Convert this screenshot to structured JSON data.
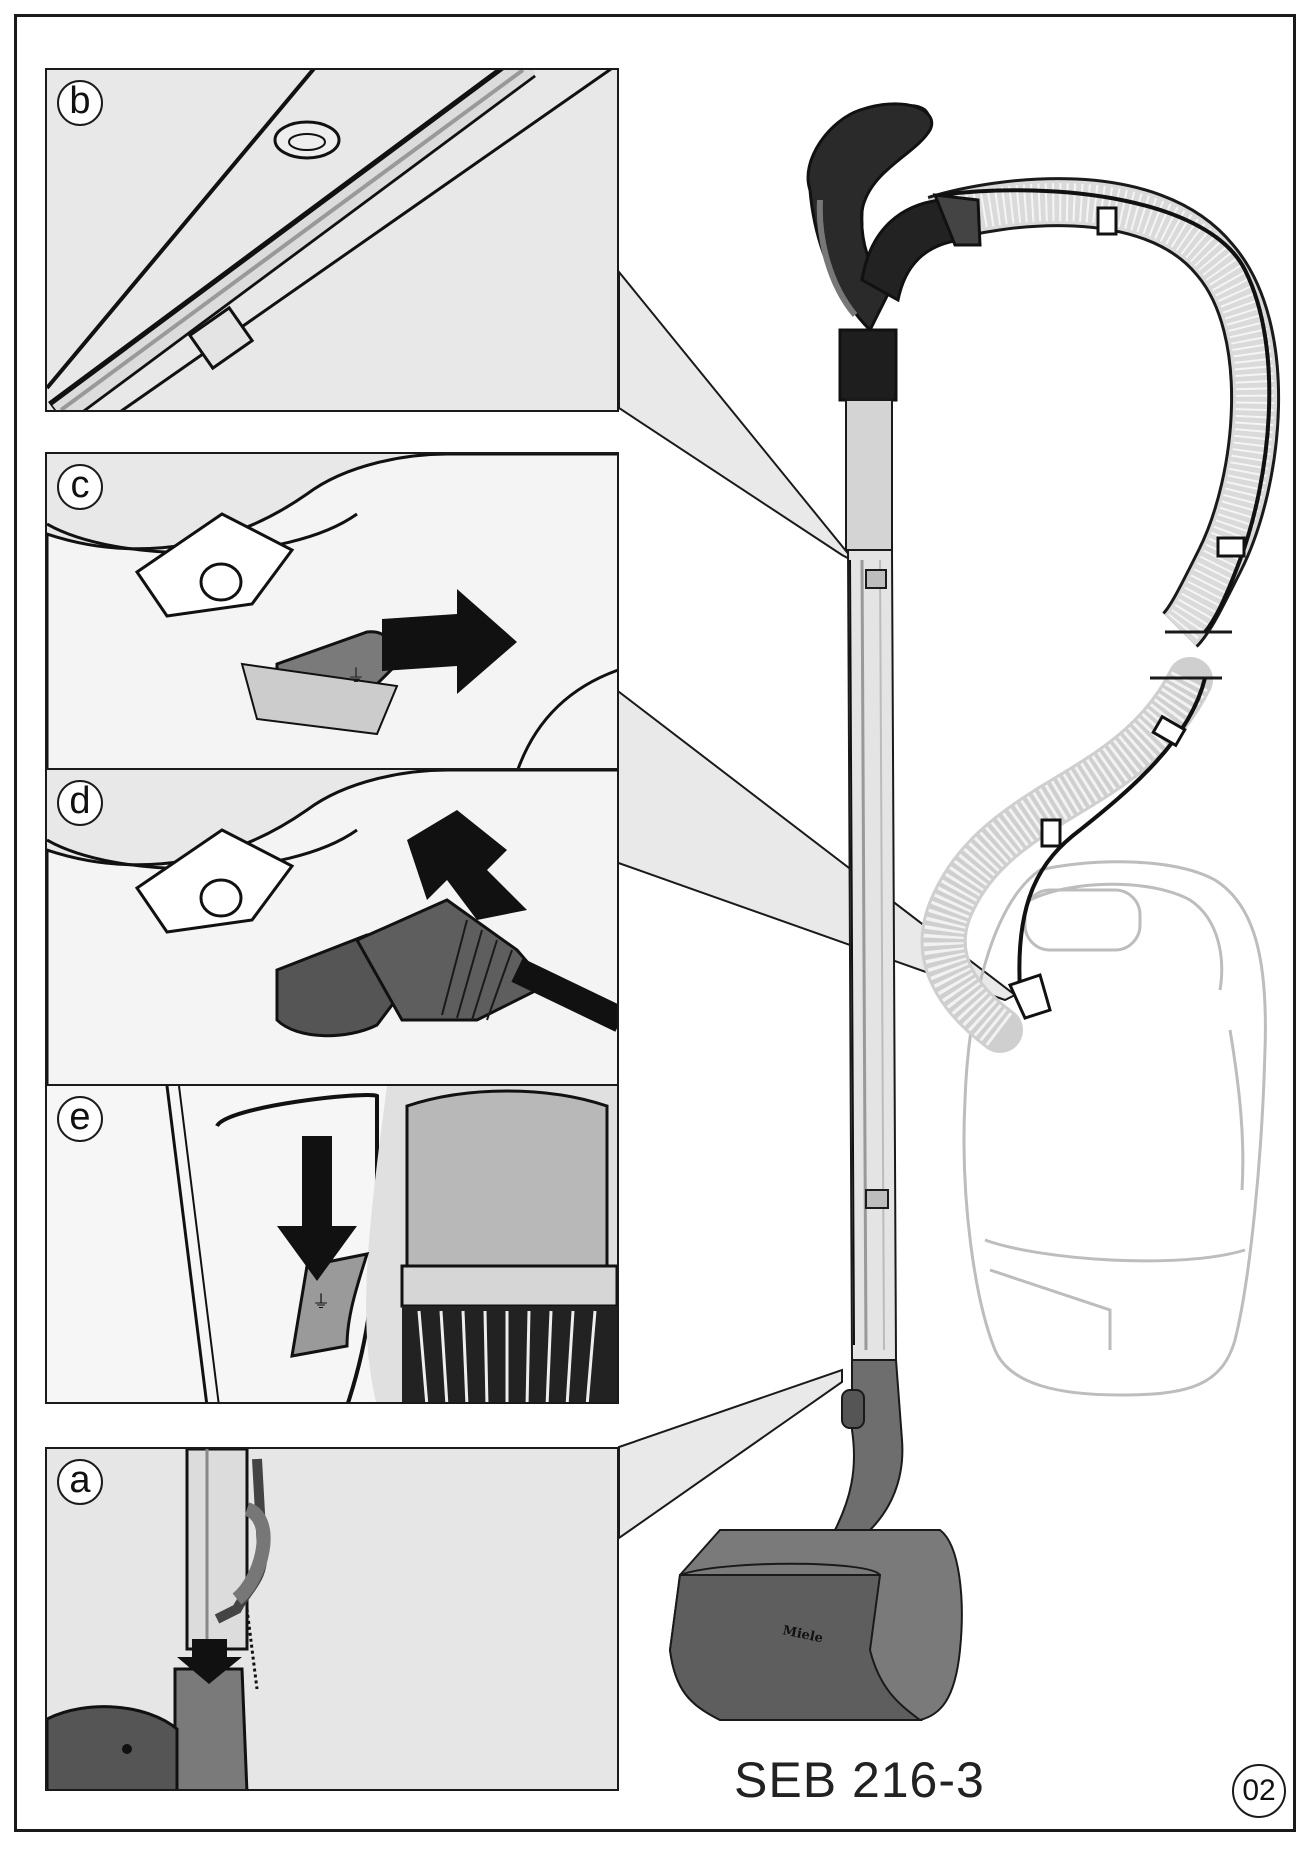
{
  "callouts": {
    "a": "a",
    "b": "b",
    "c": "c",
    "d": "d",
    "e": "e"
  },
  "model_label": "SEB 216-3",
  "page_number": "02",
  "brand_on_powerbrush": "Miele",
  "colors": {
    "panel_background": "#e8e8e8",
    "line": "#1a1a1a",
    "hose": "#d8d8d8",
    "vacuum_body": "#bdbdbd"
  },
  "icons": [
    "plug-icon",
    "arrow-icon"
  ]
}
